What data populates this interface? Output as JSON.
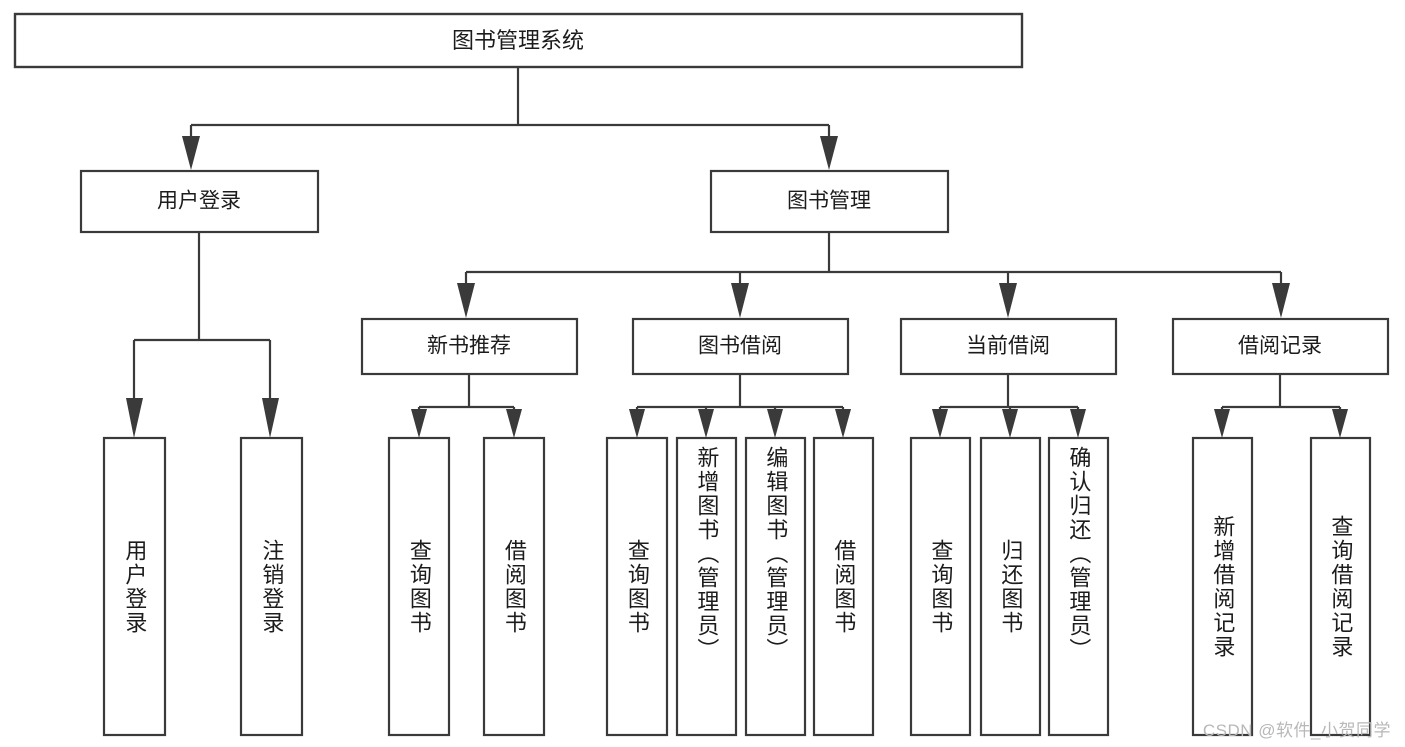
{
  "diagram": {
    "title": "图书管理系统",
    "type": "tree-hierarchy-chart",
    "orientation": "top-down",
    "box_fill": "#ffffff",
    "box_stroke": "#3a3a3a",
    "text_color": "#1c1c1c",
    "watermark": "CSDN @软件_小贺同学"
  },
  "root": {
    "label": "图书管理系统"
  },
  "level2": [
    {
      "label": "用户登录"
    },
    {
      "label": "图书管理"
    }
  ],
  "level3": [
    {
      "label": "新书推荐"
    },
    {
      "label": "图书借阅"
    },
    {
      "label": "当前借阅"
    },
    {
      "label": "借阅记录"
    }
  ],
  "leaves": [
    {
      "label": "用户登录",
      "parent": "用户登录"
    },
    {
      "label": "注销登录",
      "parent": "用户登录"
    },
    {
      "label": "查询图书",
      "parent": "新书推荐"
    },
    {
      "label": "借阅图书",
      "parent": "新书推荐"
    },
    {
      "label": "查询图书",
      "parent": "图书借阅"
    },
    {
      "label": "新增图书（管理员）",
      "parent": "图书借阅"
    },
    {
      "label": "编辑图书（管理员）",
      "parent": "图书借阅"
    },
    {
      "label": "借阅图书",
      "parent": "图书借阅"
    },
    {
      "label": "查询图书",
      "parent": "当前借阅"
    },
    {
      "label": "归还图书",
      "parent": "当前借阅"
    },
    {
      "label": "确认归还（管理员）",
      "parent": "当前借阅"
    },
    {
      "label": "新增借阅记录",
      "parent": "借阅记录"
    },
    {
      "label": "查询借阅记录",
      "parent": "借阅记录"
    }
  ]
}
